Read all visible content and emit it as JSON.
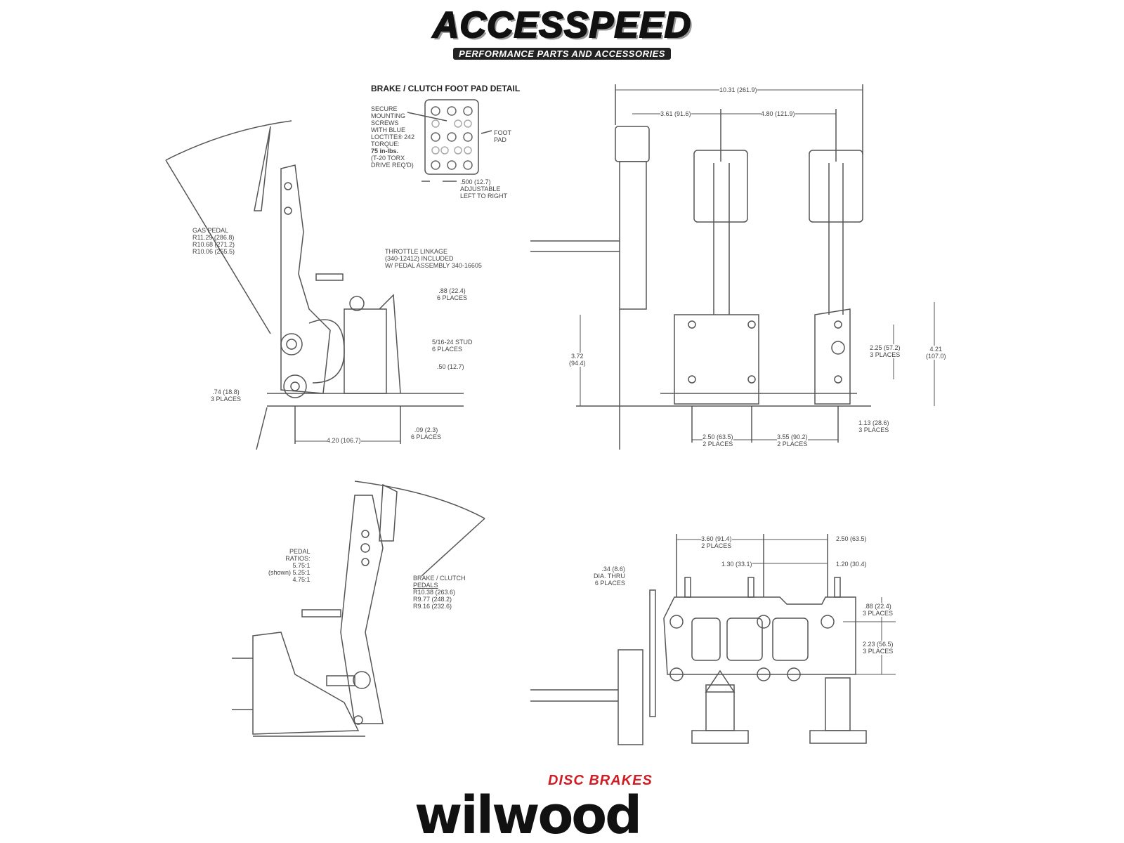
{
  "header_logo": {
    "brand": "ACCESSPEED",
    "tagline": "PERFORMANCE PARTS AND ACCESSORIES"
  },
  "footer_logo": {
    "brand": "wilwood",
    "tagline": "DISC BRAKES",
    "accent": "#d01c24"
  },
  "foot_pad_detail": {
    "title": "BRAKE / CLUTCH FOOT PAD DETAIL",
    "note": [
      "SECURE",
      "MOUNTING",
      "SCREWS",
      "WITH BLUE",
      "LOCTITE® 242",
      "TORQUE:",
      "75 in-lbs.",
      "(T-20 TORX",
      "DRIVE REQ'D)"
    ],
    "foot_pad": [
      "FOOT",
      "PAD"
    ],
    "adjust": [
      ".500 (12.7)",
      "ADJUSTABLE",
      "LEFT TO RIGHT"
    ]
  },
  "side_view_gas": {
    "gas_pedal": [
      "GAS PEDAL",
      "R11.29 (286.8)",
      "R10.68 (271.2)",
      "R10.06 (255.5)"
    ],
    "throttle": [
      "THROTTLE LINKAGE",
      "(340-12412) INCLUDED",
      "W/ PEDAL ASSEMBLY 340-16605"
    ],
    "dim_88": [
      ".88 (22.4)",
      "6 PLACES"
    ],
    "stud": [
      "5/16-24 STUD",
      "6 PLACES"
    ],
    "dim_50": ".50 (12.7)",
    "dim_74": [
      ".74 (18.8)",
      "3 PLACES"
    ],
    "dim_09": [
      ".09 (2.3)",
      "6 PLACES"
    ],
    "dim_420": "4.20 (106.7)"
  },
  "front_view": {
    "overall": "10.31 (261.9)",
    "d361": "3.61 (91.6)",
    "d480": "4.80 (121.9)",
    "d372": [
      "3.72",
      "(94.4)"
    ],
    "d225": [
      "2.25 (57.2)",
      "3 PLACES"
    ],
    "d421": [
      "4.21",
      "(107.0)"
    ],
    "d113": [
      "1.13 (28.6)",
      "3 PLACES"
    ],
    "d250": [
      "2.50 (63.5)",
      "2 PLACES"
    ],
    "d355": [
      "3.55 (90.2)",
      "2 PLACES"
    ]
  },
  "side_view_brake": {
    "ratios": [
      "PEDAL",
      "RATIOS:",
      "5.75:1",
      "(shown) 5.25:1",
      "4.75:1"
    ],
    "pedals": [
      "BRAKE / CLUTCH",
      "PEDALS",
      "R10.38 (263.6)",
      "R9.77 (248.2)",
      "R9.16 (232.6)"
    ]
  },
  "top_view": {
    "d360": [
      "3.60 (91.4)",
      "2 PLACES"
    ],
    "d250": "2.50 (63.5)",
    "d130": "1.30 (33.1)",
    "d120": "1.20 (30.4)",
    "hole": [
      ".34 (8.6)",
      "DIA. THRU",
      "6 PLACES"
    ],
    "d88": [
      ".88 (22.4)",
      "3 PLACES"
    ],
    "d223": [
      "2.23 (56.5)",
      "3 PLACES"
    ]
  }
}
